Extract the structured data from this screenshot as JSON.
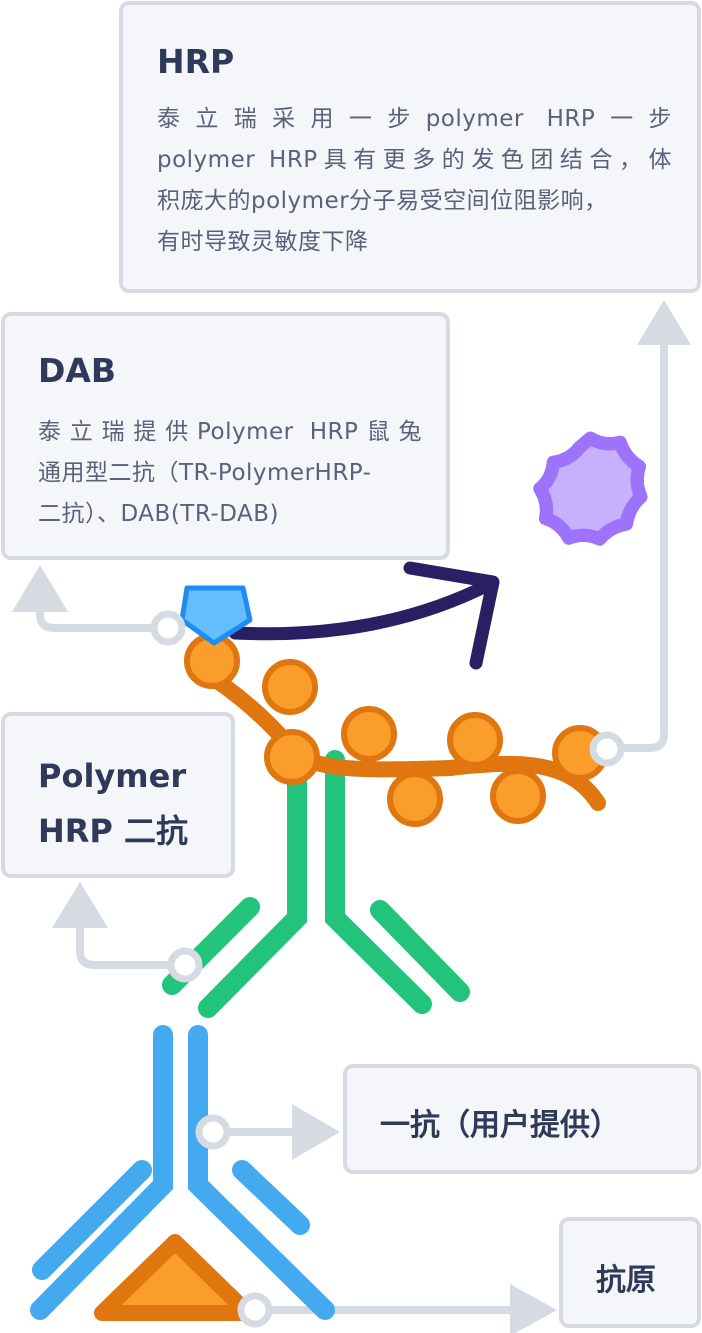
{
  "hrp": {
    "title": "HRP",
    "lines": [
      "泰立瑞采用一步polymer HRP一步",
      "polymer HRP具有更多的发色团结合，体",
      "积庞大的polymer分子易受空间位阻影响，",
      "有时导致灵敏度下降"
    ]
  },
  "dab": {
    "title": "DAB",
    "lines": [
      "泰立瑞提供Polymer HRP鼠兔",
      "通用型二抗（TR-PolymerHRP-",
      "二抗）、DAB(TR-DAB)"
    ]
  },
  "polymer_hrp": {
    "lines": [
      "Polymer",
      "HRP 二抗"
    ]
  },
  "primary": {
    "label": "一抗（用户提供）"
  },
  "antigen": {
    "label": "抗原"
  },
  "colors": {
    "box_fill": "#f5f6fa",
    "box_border": "#d6dbe3",
    "connector": "#d6dbe3",
    "secondary_antibody": "#21c47a",
    "primary_antibody": "#44aaf0",
    "polymer_chain": "#e0760f",
    "polymer_bead": "#fb9d2a",
    "dab_pentagon": "#64bdfd",
    "dab_pentagon_border": "#1e8cf0",
    "reaction_arrow": "#2a1f63",
    "hrp_star": "#c7b1fe",
    "hrp_star_border": "#9d73fb",
    "antigen_fill": "#fb9d2a",
    "antigen_border": "#e0760f"
  }
}
